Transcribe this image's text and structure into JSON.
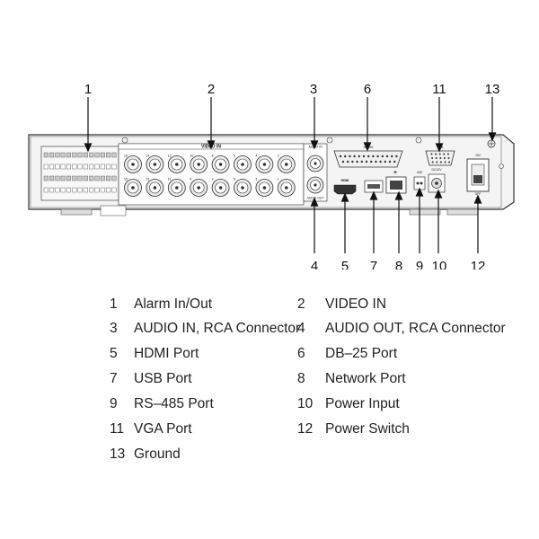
{
  "diagram": {
    "callout_numbers": [
      "1",
      "2",
      "3",
      "6",
      "11",
      "13",
      "4",
      "5",
      "7",
      "8",
      "9",
      "10",
      "12"
    ],
    "panel_labels": {
      "video_in": "VIDEO IN",
      "audio_in": "AUDIO IN",
      "audio_out": "AUDIO OUT",
      "audio": "AUDIO",
      "vga": "VGA",
      "hdmi": "HDMI",
      "ab": "A/B",
      "power": "DC12V",
      "on": "ON",
      "off": "OFF"
    },
    "bnc_numbers_top": [
      "16",
      "14",
      "12",
      "10",
      "8",
      "6",
      "4",
      "2"
    ],
    "bnc_numbers_bottom": [
      "15",
      "13",
      "11",
      "9",
      "7",
      "5",
      "3",
      "1"
    ]
  },
  "legend": [
    {
      "num": "1",
      "label": "Alarm In/Out"
    },
    {
      "num": "2",
      "label": "VIDEO IN"
    },
    {
      "num": "3",
      "label": "AUDIO IN, RCA Connector"
    },
    {
      "num": "4",
      "label": "AUDIO OUT, RCA Connector"
    },
    {
      "num": "5",
      "label": "HDMI Port"
    },
    {
      "num": "6",
      "label": "DB–25 Port"
    },
    {
      "num": "7",
      "label": "USB Port"
    },
    {
      "num": "8",
      "label": "Network Port"
    },
    {
      "num": "9",
      "label": "RS–485 Port"
    },
    {
      "num": "10",
      "label": "Power Input"
    },
    {
      "num": "11",
      "label": "VGA Port"
    },
    {
      "num": "12",
      "label": "Power Switch"
    },
    {
      "num": "13",
      "label": "Ground"
    }
  ]
}
